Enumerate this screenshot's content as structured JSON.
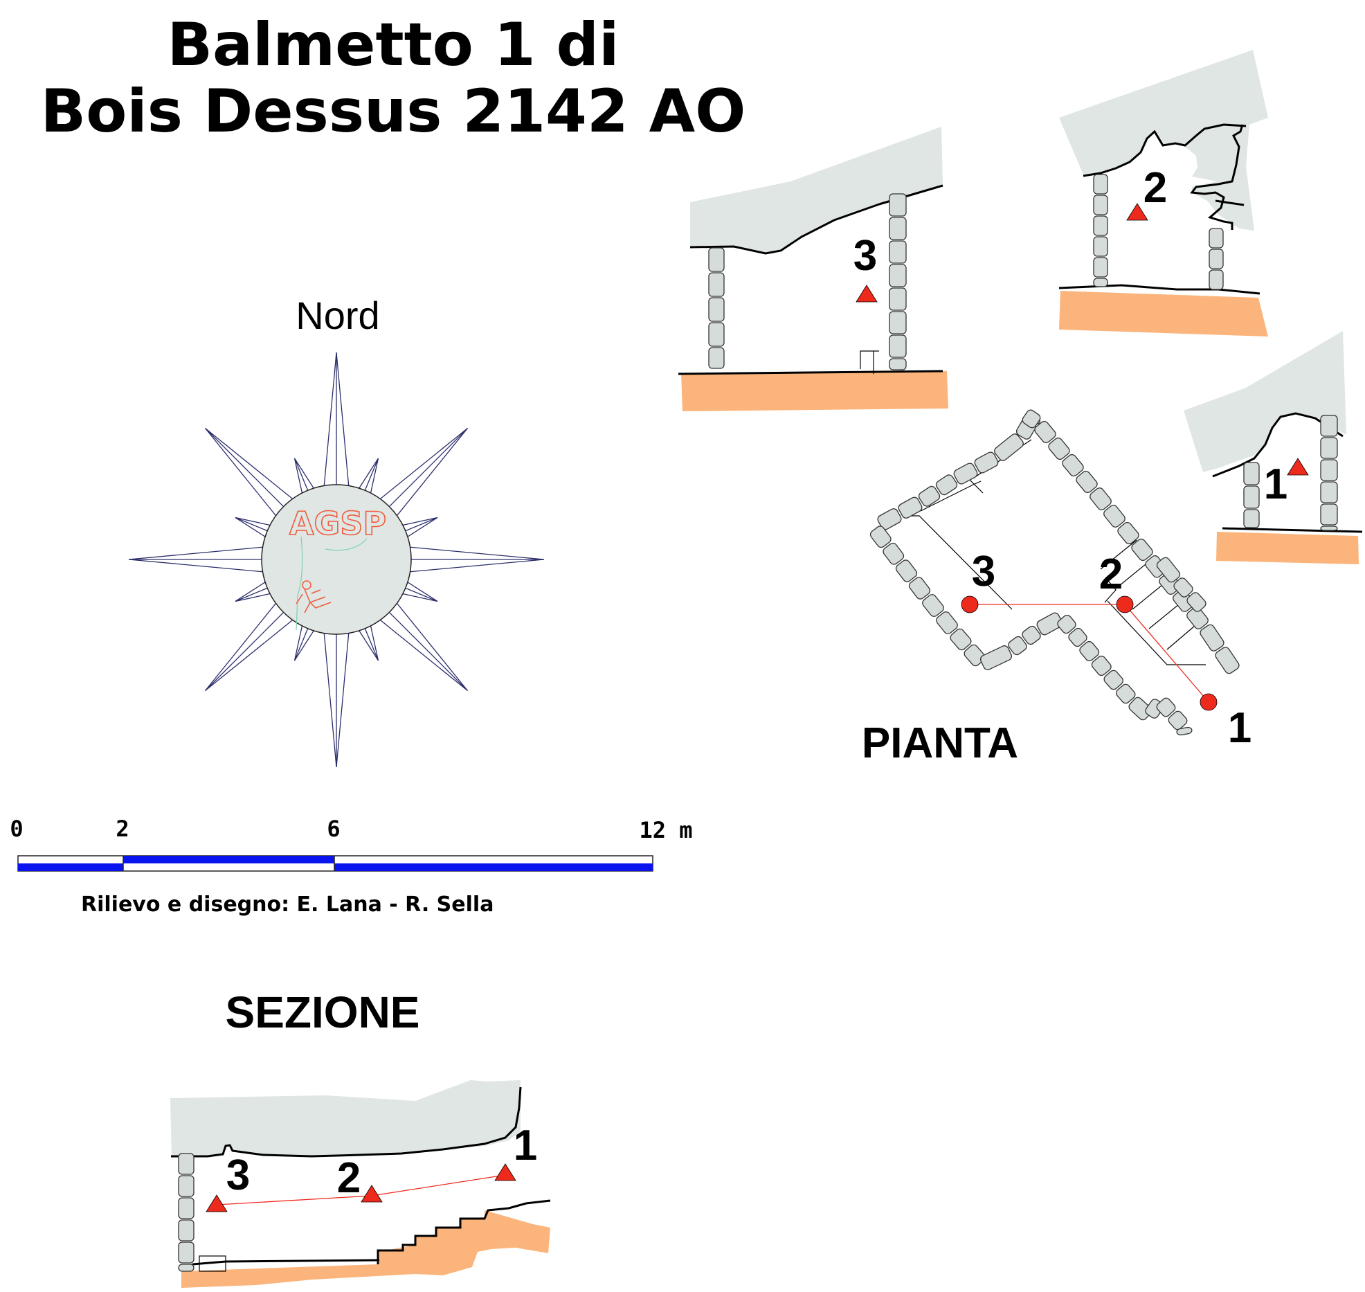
{
  "title": {
    "line1": "Balmetto 1 di",
    "line2": "Bois Dessus 2142 AO"
  },
  "compass": {
    "north_label": "Nord",
    "logo_text": "AGSP"
  },
  "scale_bar": {
    "ticks": [
      "0",
      "2",
      "6",
      "12 m"
    ],
    "credit": "Rilievo e disegno: E. Lana - R. Sella"
  },
  "plan": {
    "label": "PIANTA",
    "stations": [
      "1",
      "2",
      "3"
    ]
  },
  "section": {
    "label": "SEZIONE",
    "stations": [
      "1",
      "2",
      "3"
    ]
  },
  "cross_sections": [
    "3",
    "2",
    "1"
  ],
  "colors": {
    "rock": "#dfe6e4",
    "floor": "#fbb57c",
    "station": "#ee2a1c",
    "scale_blue": "#0a14ee",
    "stone": "#d6dcda"
  }
}
